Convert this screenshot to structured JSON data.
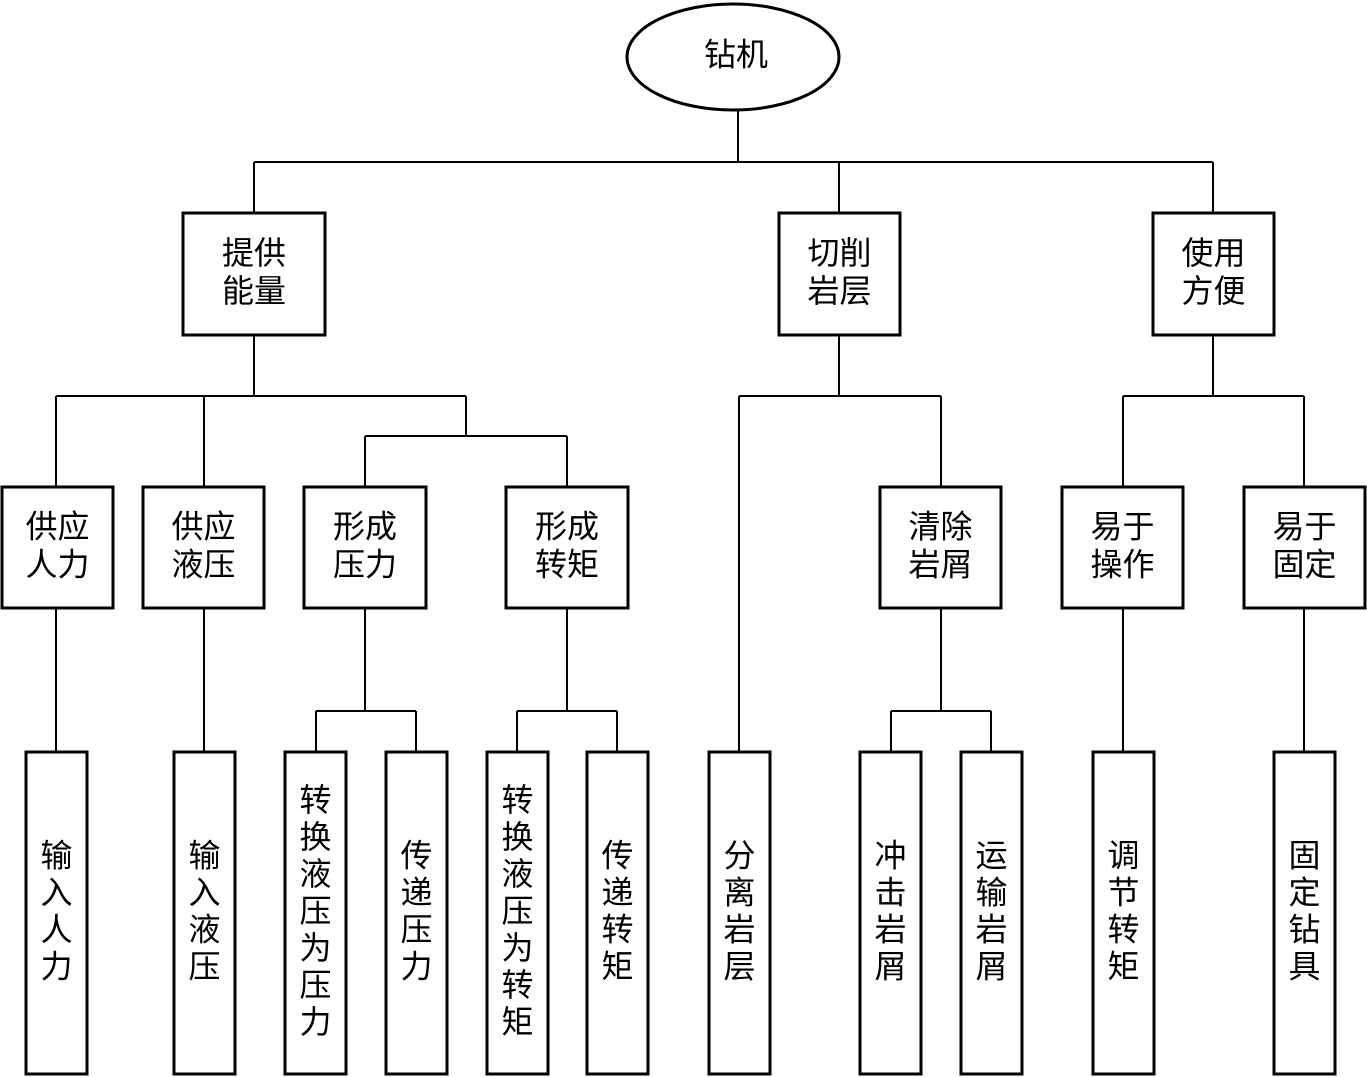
{
  "root": {
    "label": "钻机"
  },
  "functions": [
    {
      "label": "提供能量",
      "children": [
        {
          "label": "供应人力",
          "children": [
            {
              "label": "输入人力"
            }
          ]
        },
        {
          "label": "供应液压",
          "children": [
            {
              "label": "输入液压"
            }
          ]
        },
        {
          "label": "形成压力",
          "children": [
            {
              "label": "转换液压为压力"
            },
            {
              "label": "传递压力"
            }
          ]
        },
        {
          "label": "形成转矩",
          "children": [
            {
              "label": "转换液压为转矩"
            },
            {
              "label": "传递转矩"
            }
          ]
        }
      ]
    },
    {
      "label": "切削岩层",
      "children": [
        {
          "label": "分离岩层"
        },
        {
          "label": "清除岩屑",
          "children": [
            {
              "label": "冲击岩屑"
            },
            {
              "label": "运输岩屑"
            }
          ]
        }
      ]
    },
    {
      "label": "使用方便",
      "children": [
        {
          "label": "易于操作",
          "children": [
            {
              "label": "调节转矩"
            }
          ]
        },
        {
          "label": "易于固定",
          "children": [
            {
              "label": "固定钻具"
            }
          ]
        }
      ]
    }
  ]
}
